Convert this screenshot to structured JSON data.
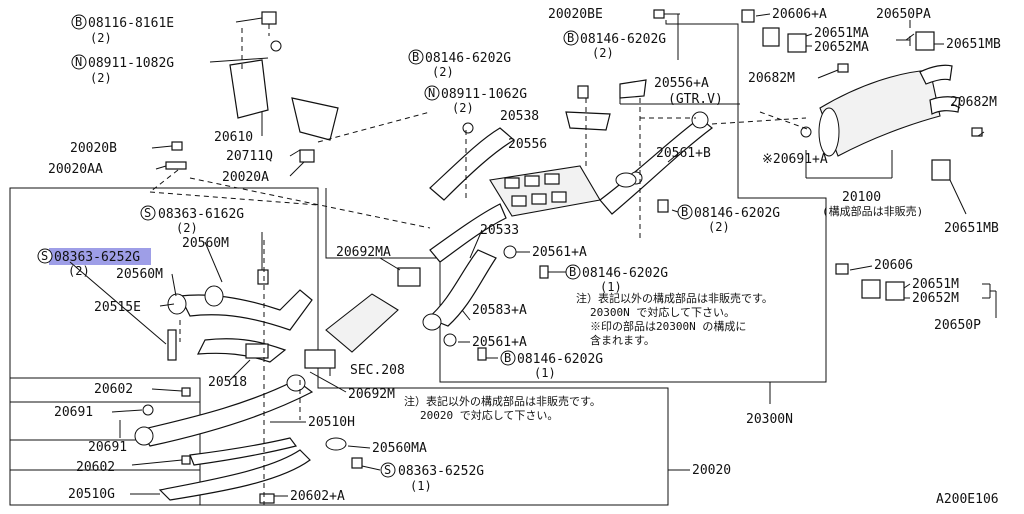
{
  "labels": {
    "l_08116_8161e": "08116-8161E",
    "l_08116_qty": "(2)",
    "l_08911_1082g": "08911-1082G",
    "l_08911_1082g_qty": "(2)",
    "l_20610": "20610",
    "l_20711q": "20711Q",
    "l_20020a": "20020A",
    "l_20020b": "20020B",
    "l_20020aa": "20020AA",
    "l_08363_6162g": "08363-6162G",
    "l_08363_6162g_qty": "(2)",
    "l_20560m_a": "20560M",
    "l_08363_6252g_hl": "08363-6252G",
    "l_08363_6252g_hl_qty": "(2)",
    "l_20560m_b": "20560M",
    "l_20515e": "20515E",
    "l_20518": "20518",
    "l_20602_a": "20602",
    "l_20691_a": "20691",
    "l_20691_b": "20691",
    "l_20602_b": "20602",
    "l_20510g": "20510G",
    "l_20602a": "20602+A",
    "l_20510h": "20510H",
    "l_20560ma": "20560MA",
    "l_08363_6252g_b": "08363-6252G",
    "l_08363_6252g_b_qty": "(1)",
    "l_20020": "20020",
    "l_20692m": "20692M",
    "l_sec208": "SEC.208",
    "l_20692ma": "20692MA",
    "l_20533": "20533",
    "l_20561a_a": "20561+A",
    "l_08146_6202g_a": "08146-6202G",
    "l_08146_6202g_a_qty": "(1)",
    "l_20583a": "20583+A",
    "l_20561a_b": "20561+A",
    "l_08146_6202g_b": "08146-6202G",
    "l_08146_6202g_b_qty": "(1)",
    "l_20020be": "20020BE",
    "l_08146_6202g_c": "08146-6202G",
    "l_08146_6202g_c_qty": "(2)",
    "l_08146_6202g_d": "08146-6202G",
    "l_08146_6202g_d_qty": "(2)",
    "l_20556a": "20556+A",
    "l_gtrv": "(GTR.V)",
    "l_08911_1062g": "08911-1062G",
    "l_08911_1062g_qty": "(2)",
    "l_20538": "20538",
    "l_20556": "20556",
    "l_20561b": "20561+B",
    "l_08146_6202g_e": "08146-6202G",
    "l_08146_6202g_e_qty": "(2)",
    "l_20606a": "20606+A",
    "l_20650pa": "20650PA",
    "l_20651ma": "20651MA",
    "l_20652ma": "20652MA",
    "l_20651mb_a": "20651MB",
    "l_20682m_a": "20682M",
    "l_20682m_b": "20682M",
    "l_20691a": "※20691+A",
    "l_20100": "20100",
    "l_20100_note": "(構成部品は非販売)",
    "l_20651mb_b": "20651MB",
    "l_20606": "20606",
    "l_20651m": "20651M",
    "l_20652m": "20652M",
    "l_20650p": "20650P",
    "l_20300n": "20300N",
    "l_a200e106": "A200E106"
  },
  "circle_marks": {
    "b": "B",
    "n": "N",
    "s": "S"
  },
  "notes": {
    "note1_line1": "注）表記以外の構成部品は非販売です。",
    "note1_line2": "20300N で対応して下さい。",
    "note1_line3": "※印の部品は20300N の構成に",
    "note1_line4": "含まれます。",
    "note2_line1": "注）表記以外の構成部品は非販売です。",
    "note2_line2": "20020 で対応して下さい。"
  },
  "highlight_color": "#7d7ddf"
}
